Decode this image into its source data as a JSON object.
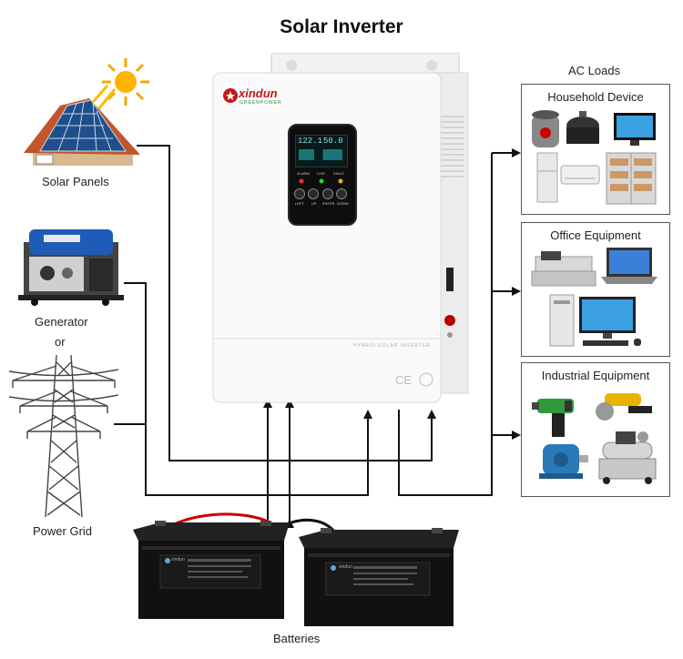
{
  "title": "Solar Inverter",
  "sources": {
    "solar": "Solar Panels",
    "generator": "Generator",
    "or": "or",
    "grid": "Power Grid"
  },
  "batteries": "Batteries",
  "loads": {
    "heading": "AC Loads",
    "household": "Household Device",
    "office": "Office Equipment",
    "industrial": "Industrial Equipment"
  },
  "inverter": {
    "brand": "xindun",
    "brand_sub": "GREENPOWER",
    "side_text": "HYBRID SOLAR INVERTER",
    "lcd_left": "122.1",
    "lcd_right": "50.0",
    "indicators": [
      "ALARM",
      "CHG",
      "FAULT"
    ],
    "buttons": [
      "LEFT",
      "UP",
      "ENTER",
      "DOWN"
    ]
  },
  "battery_labels": {
    "brand": "xindun"
  }
}
